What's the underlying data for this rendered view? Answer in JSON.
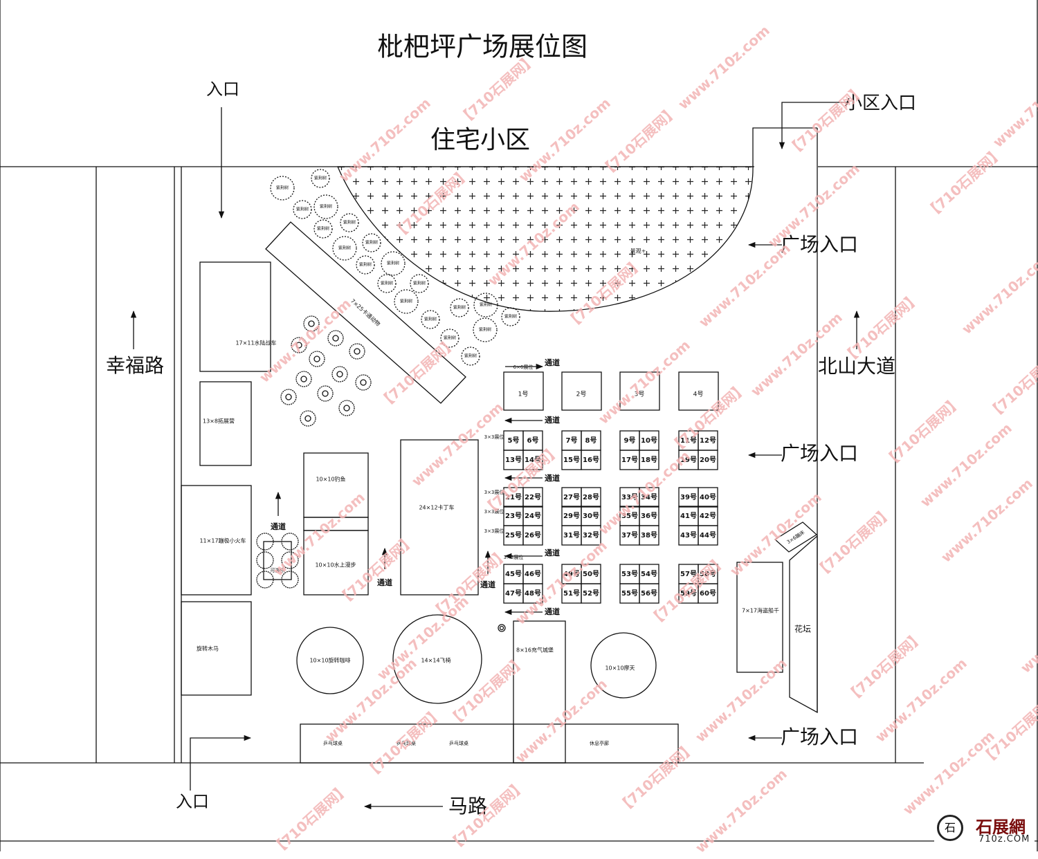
{
  "map": {
    "title": "枇杷坪广场展位图",
    "residential": "住宅小区",
    "entrance": "入口",
    "community_entrance": "小区入口",
    "plaza_entrance": "广场入口",
    "roads": {
      "left": "幸福路",
      "right": "北山大道",
      "bottom": "马路"
    },
    "passage": "通道",
    "tree": "紫荆树",
    "garden_text": "景观+",
    "zones": {
      "z17x11": "17×11水陆战车",
      "z13x8": "13×8拓展营",
      "z11x17": "11×17蹦极小火车",
      "zleft": "旋转木马",
      "zdiag": "7×25卡通动物",
      "zplat": "可游乐",
      "z10a": "10×10钓鱼",
      "z10b": "10×10水上漫步",
      "z24": "24×12卡丁车",
      "c10": "10×10旋转咖啡",
      "c14": "14×14飞椅",
      "z8x16": "8×16充气城堡",
      "c10r": "10×10摩天",
      "z7x17": "7×17海盗船千",
      "z3x6": "3×6蹦床",
      "flower": "花坛",
      "b1": "乒乓球桌",
      "b2": "乒乓球桌",
      "b3": "乒乓球桌",
      "b4": "休息亭廊",
      "b6x6": "6×6展位",
      "r3a": "3×3展位",
      "r3b": "3×3展位",
      "r3c": "3×3展位",
      "r3d": "3×3展位",
      "r3e": "3×3展位"
    },
    "booths_big": [
      "1号",
      "2号",
      "3号",
      "4号"
    ],
    "booths": [
      "5号",
      "6号",
      "7号",
      "8号",
      "9号",
      "10号",
      "11号",
      "12号",
      "13号",
      "14号",
      "15号",
      "16号",
      "17号",
      "18号",
      "19号",
      "20号",
      "21号",
      "22号",
      "23号",
      "24号",
      "25号",
      "26号",
      "27号",
      "28号",
      "29号",
      "30号",
      "31号",
      "32号",
      "33号",
      "34号",
      "35号",
      "36号",
      "37号",
      "38号",
      "39号",
      "40号",
      "41号",
      "42号",
      "43号",
      "44号",
      "45号",
      "46号",
      "47号",
      "48号",
      "49号",
      "50号",
      "51号",
      "52号",
      "53号",
      "54号",
      "55号",
      "56号",
      "57号",
      "58号",
      "59号",
      "60号"
    ]
  },
  "watermark": {
    "site": "www.710z.com",
    "brand": "【710石展网】"
  },
  "logo": {
    "name": "石展網",
    "url": "710z.COM",
    "icon": "stone-logo-icon"
  }
}
